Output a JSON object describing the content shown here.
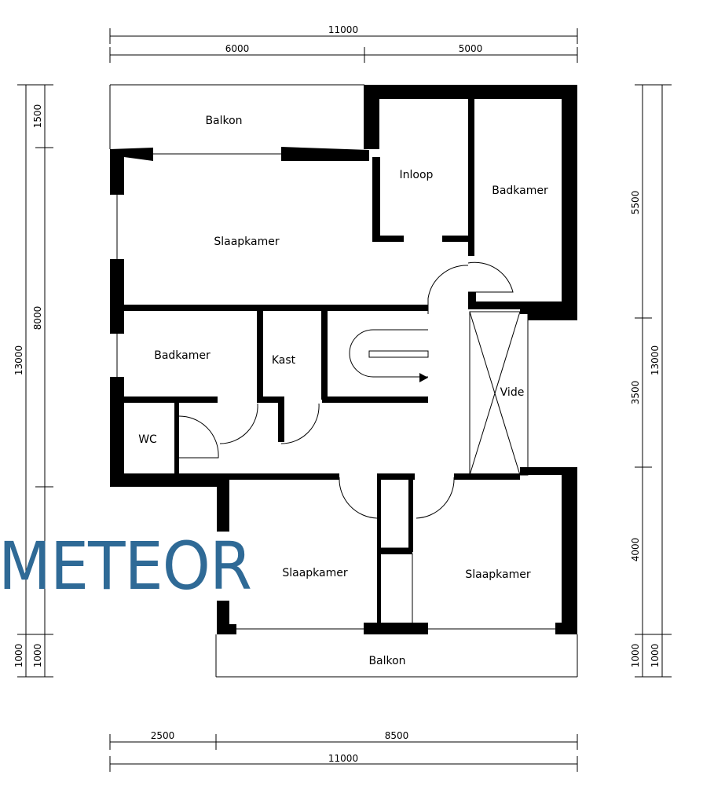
{
  "dimensions": {
    "top_total": "11000",
    "top_left": "6000",
    "top_right": "5000",
    "bottom_left": "2500",
    "bottom_right": "8500",
    "bottom_total": "11000",
    "left_top": "1500",
    "left_middle": "8000",
    "left_total": "13000",
    "left_bottom_a": "1000",
    "left_bottom_b": "1000",
    "right_top": "5500",
    "right_middle": "3500",
    "right_total": "13000",
    "right_lower": "4000",
    "right_bottom_a": "1000",
    "right_bottom_b": "1000"
  },
  "rooms": {
    "balkon_top": "Balkon",
    "inloop": "Inloop",
    "badkamer_master": "Badkamer",
    "slaapkamer_master": "Slaapkamer",
    "badkamer": "Badkamer",
    "kast": "Kast",
    "wc": "WC",
    "vide": "Vide",
    "slaapkamer_left": "Slaapkamer",
    "slaapkamer_right": "Slaapkamer",
    "balkon_bottom": "Balkon"
  },
  "logo": {
    "text": "METEOR",
    "color": "#2f6a96"
  }
}
